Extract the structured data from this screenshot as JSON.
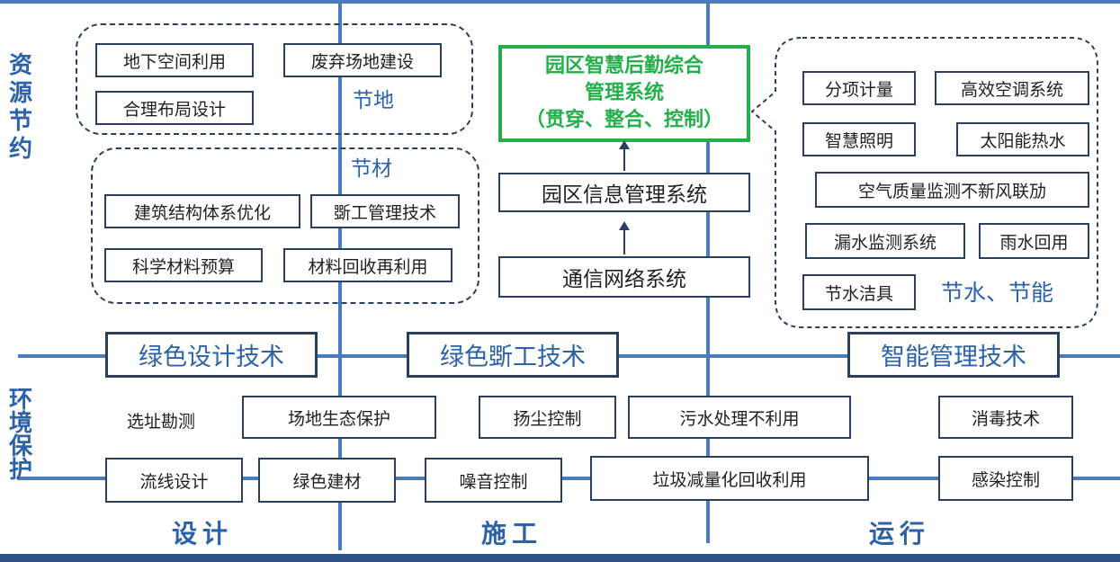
{
  "side_labels": {
    "resource": "资源节约",
    "environment": "环境保护"
  },
  "phases": {
    "design": "设计",
    "construction": "施工",
    "operation": "运行"
  },
  "land_saving": {
    "label": "节地",
    "items": [
      "地下空间利用",
      "废弃场地建设",
      "合理布局设计"
    ]
  },
  "material_saving": {
    "label": "节材",
    "items": [
      "建筑结构体系优化",
      "斲工管理技术",
      "科学材料预算",
      "材料回收再利用"
    ]
  },
  "center": {
    "main": "园区智慧后勤综合\n管理系统\n（贯穿、整合、控制）",
    "info": "园区信息管理系统",
    "comm": "通信网络系统"
  },
  "water_energy": {
    "label": "节水、节能",
    "items": [
      "分项计量",
      "高效空调系统",
      "智慧照明",
      "太阳能热水",
      "空气质量监测不新风联劢",
      "漏水监测系统",
      "雨水回用",
      "节水洁具"
    ]
  },
  "tech_bar": [
    "绿色设计技术",
    "绿色斲工技术",
    "智能管理技术"
  ],
  "env_row1": [
    "选址勘测",
    "场地生态保护",
    "扬尘控制",
    "污水处理不利用",
    "消毒技术"
  ],
  "env_row2": [
    "流线设计",
    "绿色建材",
    "噪音控制",
    "垃圾减量化回收利用",
    "感染控制"
  ],
  "colors": {
    "accent": "#2b62a8",
    "line": "#4a7bbf",
    "green": "#23b04a",
    "bottom_bar": "#2f4f86"
  }
}
